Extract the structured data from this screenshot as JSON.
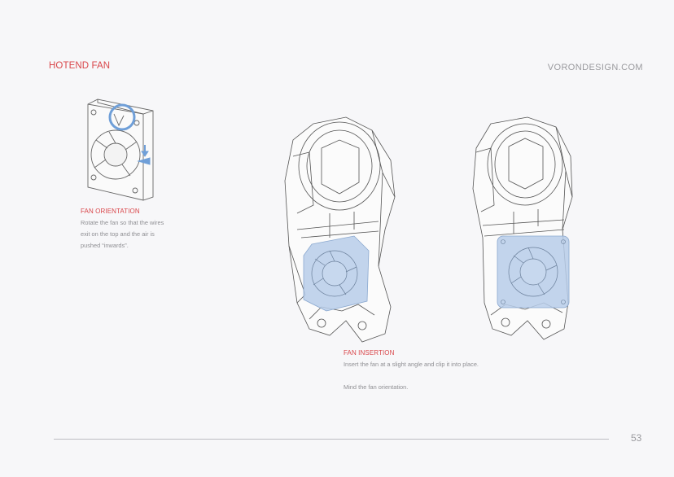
{
  "header": {
    "section_title": "HOTEND FAN",
    "site_url": "VORONDESIGN.COM"
  },
  "steps": [
    {
      "title": "FAN ORIENTATION",
      "lines": [
        "Rotate the fan so that the wires",
        "exit on the top and the air is",
        "pushed “inwards”."
      ]
    },
    {
      "title": "FAN INSERTION",
      "lines": [
        "Insert the fan at a slight angle and clip it into place.",
        "Mind the fan orientation."
      ]
    }
  ],
  "footer": {
    "page_number": "53"
  },
  "colors": {
    "accent_red": "#d9464a",
    "highlight_blue": "#6f9fd8",
    "fan_fill": "#b7cde9",
    "line_art": "#555555"
  },
  "illustrations": [
    {
      "name": "fan-orientation-diagram",
      "icons": [
        "fan-icon",
        "wire-exit-circle-icon",
        "airflow-arrow-icon"
      ]
    },
    {
      "name": "fan-insertion-angled",
      "icons": [
        "hotend-assembly-icon",
        "fan-icon"
      ]
    },
    {
      "name": "fan-insertion-seated",
      "icons": [
        "hotend-assembly-icon",
        "fan-icon"
      ]
    }
  ]
}
